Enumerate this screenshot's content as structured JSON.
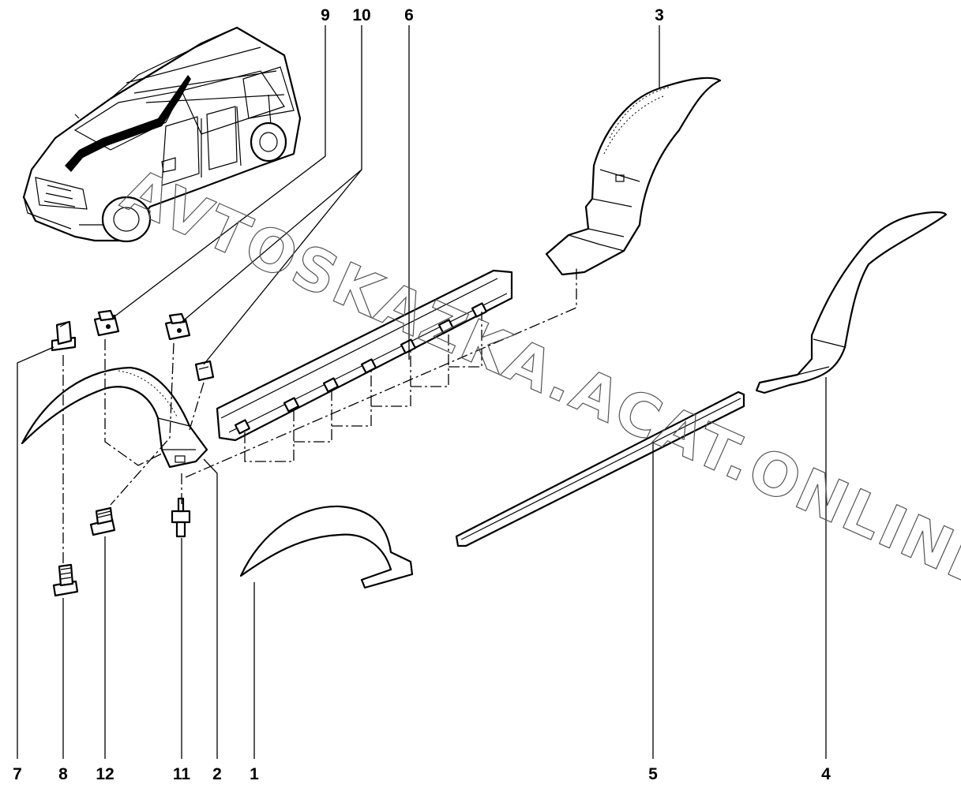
{
  "labels": {
    "l1": "1",
    "l2": "2",
    "l3": "3",
    "l4": "4",
    "l5": "5",
    "l6": "6",
    "l7": "7",
    "l8": "8",
    "l9": "9",
    "l10": "10",
    "l11": "11",
    "l12": "12"
  },
  "watermark": "AVTOSKAZKA.ACAT.ONLINE",
  "colors": {
    "ink": "#000000",
    "paper": "#ffffff",
    "watermark": "#555555"
  }
}
